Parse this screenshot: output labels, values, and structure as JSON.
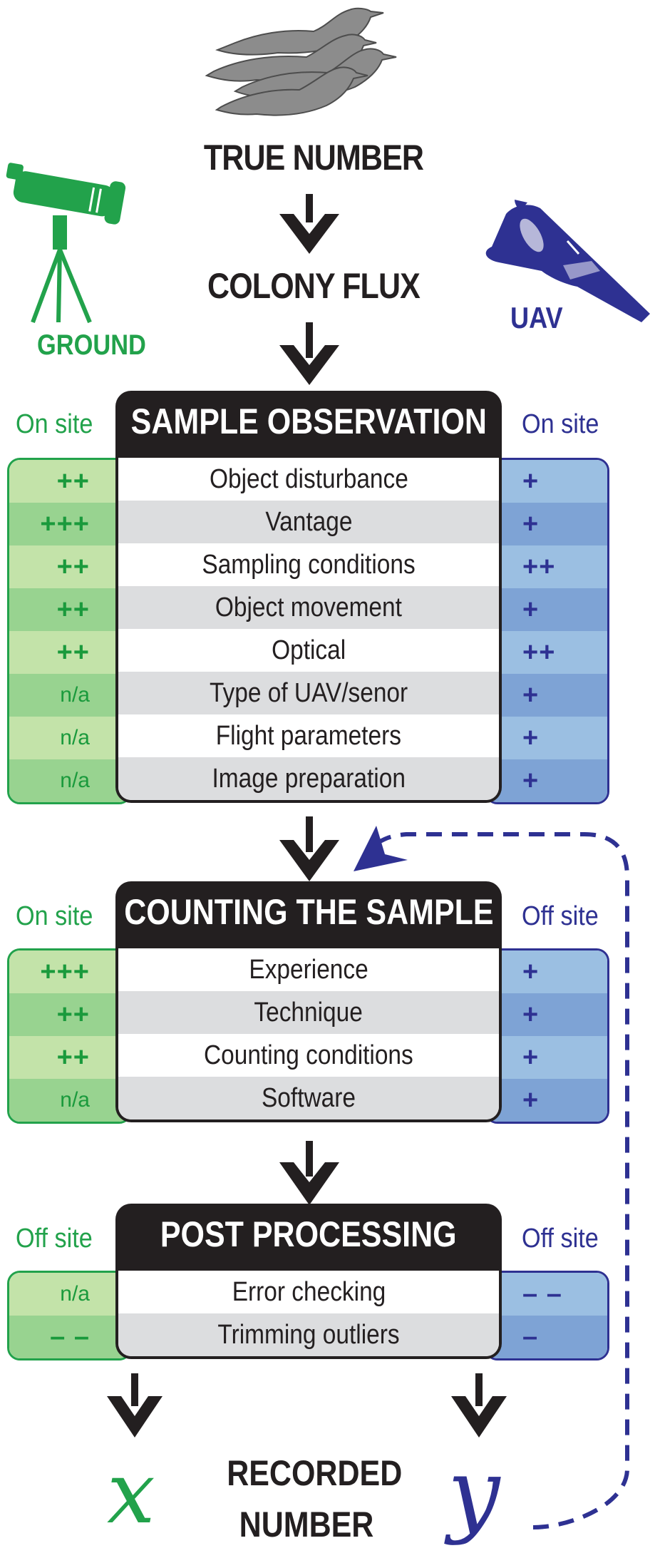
{
  "title_top": "TRUE NUMBER",
  "colony_flux": "COLONY FLUX",
  "ground_label": "GROUND",
  "uav_label": "UAV",
  "icons": {
    "birds": "seabird-flock-icon",
    "ground": "spotting-scope-icon",
    "uav": "fixed-wing-drone-icon"
  },
  "colors": {
    "ground": "#22a24b",
    "uav": "#2e3192",
    "header": "#231f20"
  },
  "stages": [
    {
      "title": "SAMPLE OBSERVATION",
      "ground_site": "On site",
      "uav_site": "On site",
      "rows": [
        {
          "factor": "Object disturbance",
          "ground": "++",
          "uav": "+"
        },
        {
          "factor": "Vantage",
          "ground": "+++",
          "uav": "+"
        },
        {
          "factor": "Sampling conditions",
          "ground": "++",
          "uav": "++"
        },
        {
          "factor": "Object movement",
          "ground": "++",
          "uav": "+"
        },
        {
          "factor": "Optical",
          "ground": "++",
          "uav": "++"
        },
        {
          "factor": "Type of UAV/senor",
          "ground": "n/a",
          "uav": "+"
        },
        {
          "factor": "Flight parameters",
          "ground": "n/a",
          "uav": "+"
        },
        {
          "factor": "Image preparation",
          "ground": "n/a",
          "uav": "+"
        }
      ]
    },
    {
      "title": "COUNTING THE SAMPLE",
      "ground_site": "On site",
      "uav_site": "Off site",
      "rows": [
        {
          "factor": "Experience",
          "ground": "+++",
          "uav": "+"
        },
        {
          "factor": "Technique",
          "ground": "++",
          "uav": "+"
        },
        {
          "factor": "Counting conditions",
          "ground": "++",
          "uav": "+"
        },
        {
          "factor": "Software",
          "ground": "n/a",
          "uav": "+"
        }
      ]
    },
    {
      "title": "POST PROCESSING",
      "ground_site": "Off site",
      "uav_site": "Off site",
      "rows": [
        {
          "factor": "Error checking",
          "ground": "n/a",
          "uav": "– –"
        },
        {
          "factor": "Trimming outliers",
          "ground": "– –",
          "uav": "–"
        }
      ]
    }
  ],
  "result": {
    "x": "x",
    "line1": "RECORDED",
    "line2": "NUMBER",
    "y": "y"
  }
}
